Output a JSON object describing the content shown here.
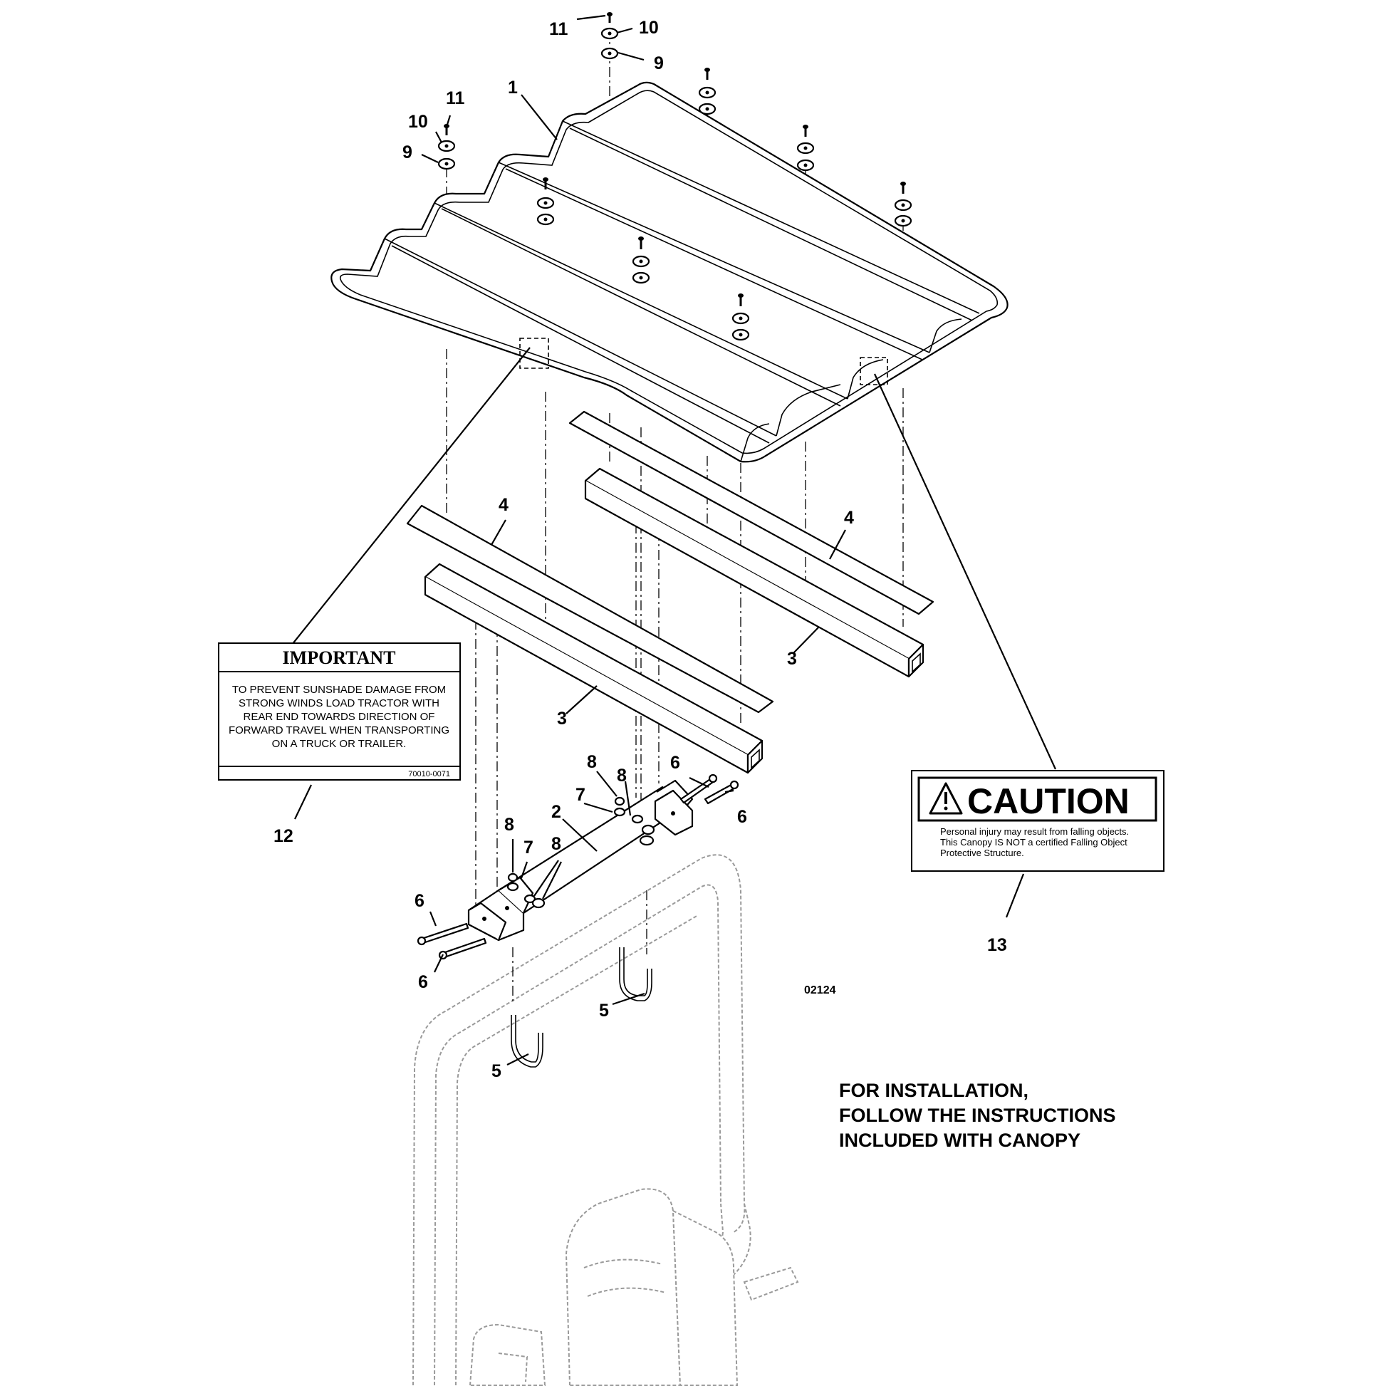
{
  "callouts": [
    {
      "id": "c11a",
      "label": "11"
    },
    {
      "id": "c10a",
      "label": "10"
    },
    {
      "id": "c9a",
      "label": "9"
    },
    {
      "id": "c1",
      "label": "1"
    },
    {
      "id": "c11b",
      "label": "11"
    },
    {
      "id": "c10b",
      "label": "10"
    },
    {
      "id": "c9b",
      "label": "9"
    },
    {
      "id": "c4a",
      "label": "4"
    },
    {
      "id": "c4b",
      "label": "4"
    },
    {
      "id": "c3a",
      "label": "3"
    },
    {
      "id": "c3b",
      "label": "3"
    },
    {
      "id": "c2",
      "label": "2"
    },
    {
      "id": "c8a",
      "label": "8"
    },
    {
      "id": "c8b",
      "label": "8"
    },
    {
      "id": "c8c",
      "label": "8"
    },
    {
      "id": "c8d",
      "label": "8"
    },
    {
      "id": "c7a",
      "label": "7"
    },
    {
      "id": "c7b",
      "label": "7"
    },
    {
      "id": "c6a",
      "label": "6"
    },
    {
      "id": "c6b",
      "label": "6"
    },
    {
      "id": "c6c",
      "label": "6"
    },
    {
      "id": "c6d",
      "label": "6"
    },
    {
      "id": "c5a",
      "label": "5"
    },
    {
      "id": "c5b",
      "label": "5"
    },
    {
      "id": "c12",
      "label": "12"
    },
    {
      "id": "c13",
      "label": "13"
    }
  ],
  "important_decal": {
    "title": "IMPORTANT",
    "lines": [
      "TO PREVENT SUNSHADE DAMAGE FROM",
      "STRONG WINDS LOAD TRACTOR WITH",
      "REAR END TOWARDS DIRECTION OF",
      "FORWARD TRAVEL WHEN TRANSPORTING",
      "ON A TRUCK OR TRAILER."
    ],
    "part_number": "70010-0071"
  },
  "caution_decal": {
    "title": "CAUTION",
    "lines": [
      "Personal injury may result from falling objects.",
      "This Canopy IS NOT a certified Falling Object",
      "Protective Structure."
    ]
  },
  "drawing_number": "02124",
  "instructions": [
    "FOR INSTALLATION,",
    "FOLLOW THE INSTRUCTIONS",
    "INCLUDED WITH CANOPY"
  ]
}
